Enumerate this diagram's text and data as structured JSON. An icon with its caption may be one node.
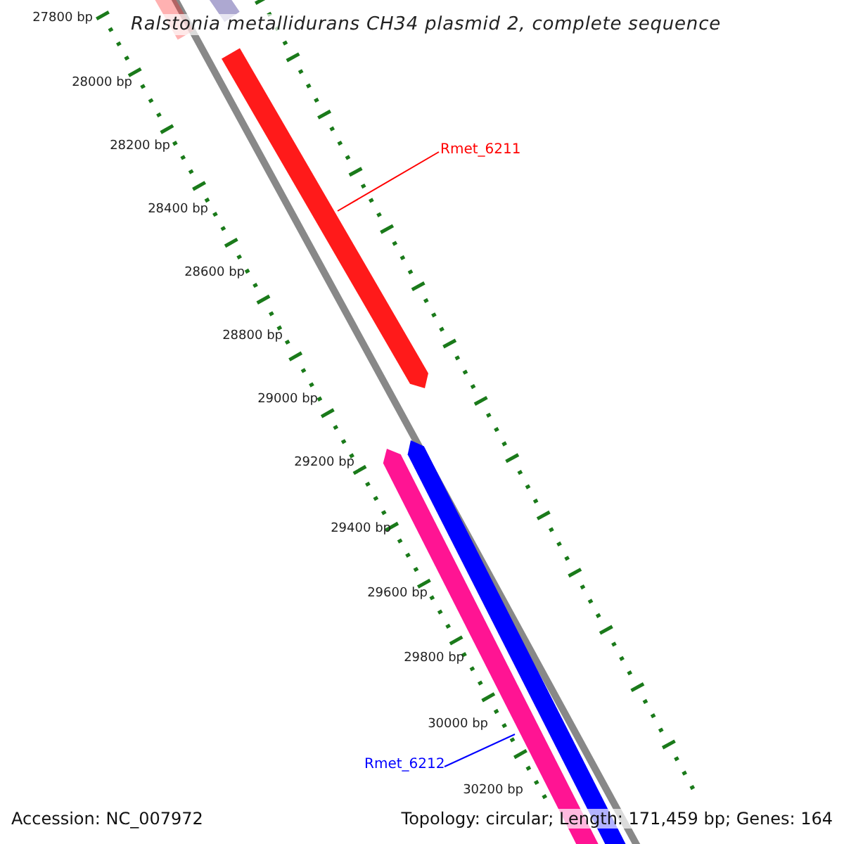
{
  "diagram": {
    "title": "Ralstonia metallidurans CH34 plasmid 2, complete sequence",
    "nodes": [
      {
        "text": [
          "Rmet_6211"
        ]
      },
      {
        "text": [],
        "shape": "bar"
      },
      {
        "text": [
          "Rmet_6212"
        ]
      },
      {
        "text": [],
        "shape": "bar"
      }
    ],
    "edges": [
      {
        "from": 0,
        "to": 1,
        "arrow": "none",
        "color": "#ff0000"
      },
      {
        "from": 2,
        "to": 3,
        "arrow": "none",
        "color": "#0000ff"
      }
    ],
    "labels": [
      "27800 bp",
      "28000 bp",
      "28200 bp",
      "28400 bp",
      "28600 bp",
      "28800 bp",
      "29000 bp",
      "29200 bp",
      "29400 bp",
      "29600 bp",
      "29800 bp",
      "30000 bp",
      "30200 bp",
      "Accession: NC_007972",
      "Topology: circular; Length: 171,459 bp; Genes: 164"
    ]
  }
}
